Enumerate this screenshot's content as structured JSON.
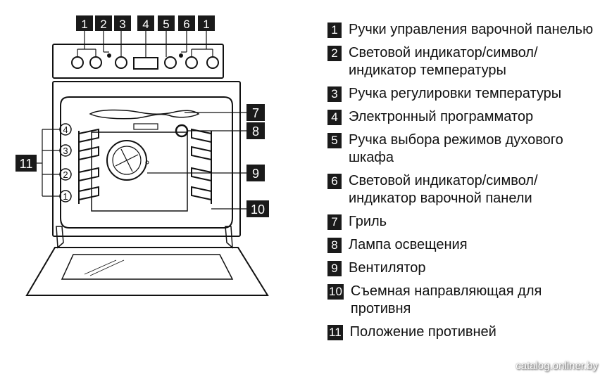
{
  "diagram": {
    "top_callouts": [
      "1",
      "2",
      "3",
      "4",
      "5",
      "6",
      "1"
    ],
    "side_callouts": [
      "7",
      "8",
      "9",
      "10"
    ],
    "left_callout": "11",
    "shelf_levels": [
      "4",
      "3",
      "2",
      "1"
    ]
  },
  "legend": [
    {
      "num": "1",
      "text": "Ручки управления варочной панелью"
    },
    {
      "num": "2",
      "text": "Световой индикатор/символ/ индикатор температуры"
    },
    {
      "num": "3",
      "text": "Ручка регулировки температуры"
    },
    {
      "num": "4",
      "text": "Электронный программатор"
    },
    {
      "num": "5",
      "text": "Ручка выбора режимов духового шкафа"
    },
    {
      "num": "6",
      "text": "Световой индикатор/символ/ индикатор варочной панели"
    },
    {
      "num": "7",
      "text": "Гриль"
    },
    {
      "num": "8",
      "text": "Лампа освещения"
    },
    {
      "num": "9",
      "text": "Вентилятор"
    },
    {
      "num": "10",
      "text": "Съемная направляющая для противня"
    },
    {
      "num": "11",
      "text": "Положение противней"
    }
  ],
  "watermark": "catalog.onliner.by"
}
